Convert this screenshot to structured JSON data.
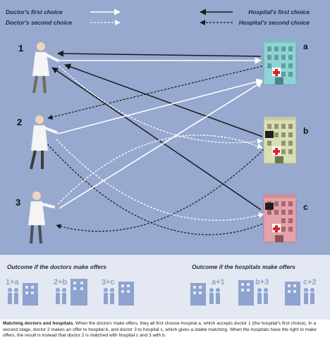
{
  "legend": {
    "doctor_first": "Doctor's first choice",
    "doctor_second": "Doctor's second choice",
    "hospital_first": "Hospital's first choice",
    "hospital_second": "Hospital's second choice"
  },
  "doctors": [
    {
      "label": "1"
    },
    {
      "label": "2"
    },
    {
      "label": "3"
    }
  ],
  "hospitals": [
    {
      "label": "a",
      "color": "#8fd3d6"
    },
    {
      "label": "b",
      "color": "#d9dfb4"
    },
    {
      "label": "c",
      "color": "#e3a2aa"
    }
  ],
  "outcomes": {
    "doctors_offer": {
      "title": "Outcome if the doctors make offers",
      "pairs": [
        "1+a",
        "2+b",
        "3+c"
      ]
    },
    "hospitals_offer": {
      "title": "Outcome if the hospitals make offers",
      "pairs": [
        "a+1",
        "b+3",
        "c+2"
      ]
    }
  },
  "caption": {
    "title": "Matching doctors and hospitals.",
    "text": " When the doctors make offers, they all first choose hospital a, which accepts doctor 1 (the hospital's first choice). In a second stage, doctor 2 makes an offer to hospital b, and doctor 3 to hospital c, which gives a stable matching. When the hospitals have the right to make offers, the result is instead that doctor 2 is matched with hospital c and 3 with b."
  },
  "colors": {
    "background": "#97a9ce",
    "doctor_arrow": "#ffffff",
    "hospital_arrow": "#1a1a1a"
  }
}
